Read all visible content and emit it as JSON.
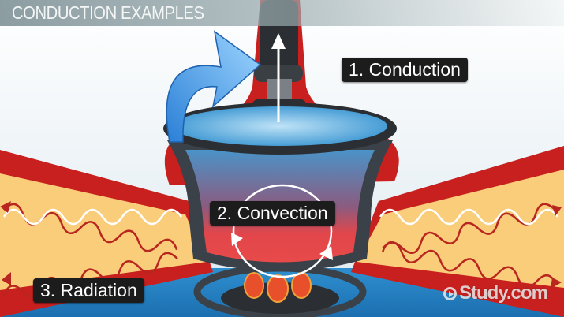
{
  "header": {
    "title": "CONDUCTION EXAMPLES"
  },
  "labels": {
    "conduction": "1. Conduction",
    "convection": "2. Convection",
    "radiation": "3. Radiation"
  },
  "watermark": {
    "text": "Study.com",
    "icon": "play-circle-icon"
  },
  "colors": {
    "red_band": "#c8201e",
    "yellow_band": "#f9cd7a",
    "water_top": "#4aa6dc",
    "water_bottom": "#e84a4a",
    "pot": "#3a4148",
    "arrow_blue": "#3d9be9",
    "label_bg": "#1c1c1c"
  }
}
